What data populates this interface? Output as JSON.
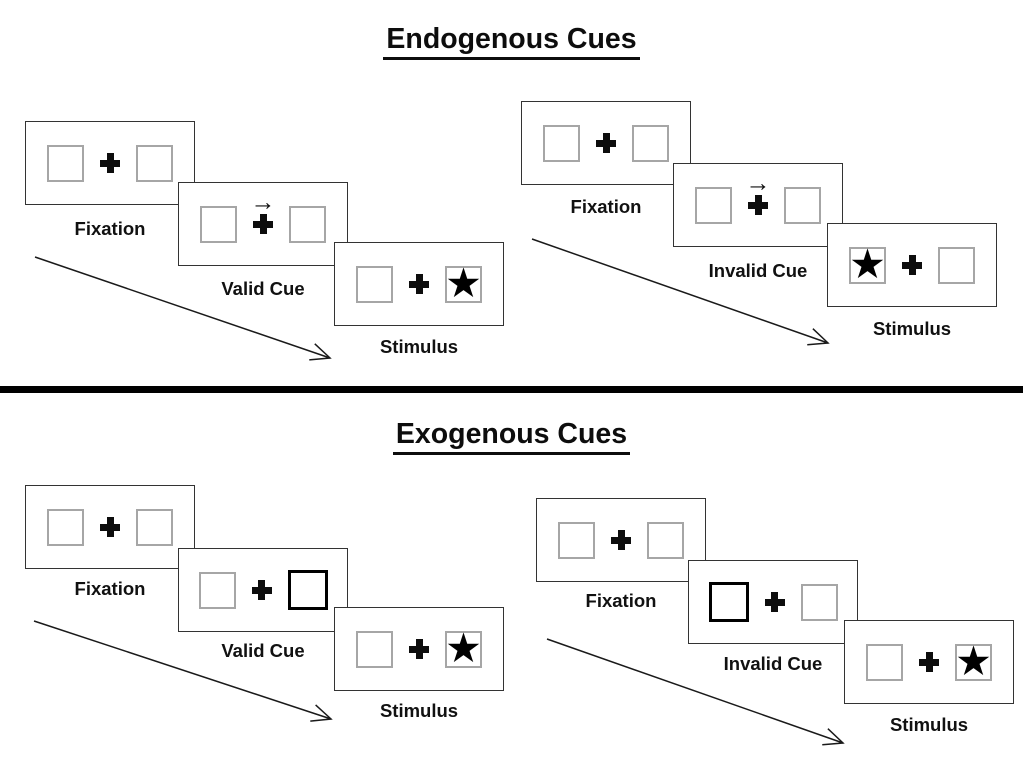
{
  "colors": {
    "background": "#ffffff",
    "ink": "#000000",
    "panel_border": "#333333",
    "placeholder_box_border": "#a6a6a6",
    "cue_highlight_border": "#000000"
  },
  "icons": {
    "cue_arrow": "→",
    "target_star": "★",
    "fixation_cross": "+"
  },
  "sections": [
    {
      "title": "Endogenous Cues",
      "groups": [
        {
          "condition": "valid",
          "panels": [
            {
              "label": "Fixation",
              "type": "fixation"
            },
            {
              "label": "Valid Cue",
              "type": "arrow_cue",
              "arrow_direction": "right"
            },
            {
              "label": "Stimulus",
              "type": "stimulus",
              "star_side": "right"
            }
          ]
        },
        {
          "condition": "invalid",
          "panels": [
            {
              "label": "Fixation",
              "type": "fixation"
            },
            {
              "label": "Invalid Cue",
              "type": "arrow_cue",
              "arrow_direction": "right"
            },
            {
              "label": "Stimulus",
              "type": "stimulus",
              "star_side": "left"
            }
          ]
        }
      ]
    },
    {
      "title": "Exogenous Cues",
      "groups": [
        {
          "condition": "valid",
          "panels": [
            {
              "label": "Fixation",
              "type": "fixation"
            },
            {
              "label": "Valid Cue",
              "type": "box_cue",
              "highlight_side": "right"
            },
            {
              "label": "Stimulus",
              "type": "stimulus",
              "star_side": "right"
            }
          ]
        },
        {
          "condition": "invalid",
          "panels": [
            {
              "label": "Fixation",
              "type": "fixation"
            },
            {
              "label": "Invalid Cue",
              "type": "box_cue",
              "highlight_side": "left"
            },
            {
              "label": "Stimulus",
              "type": "stimulus",
              "star_side": "right"
            }
          ]
        }
      ]
    }
  ]
}
